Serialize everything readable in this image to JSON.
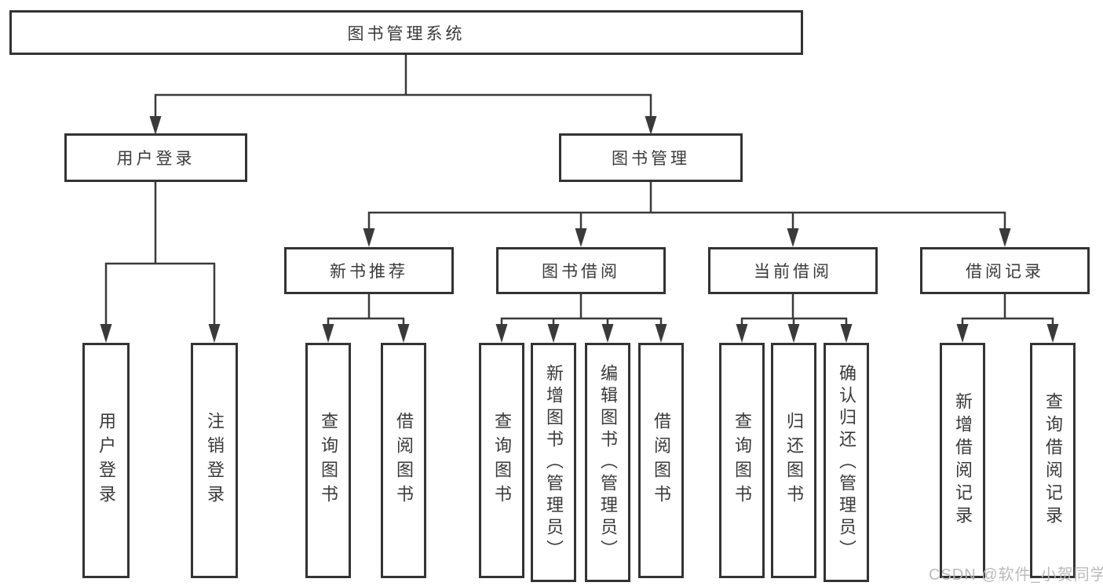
{
  "tree": {
    "label": "图书管理系统",
    "children": [
      {
        "label": "用户登录",
        "children": [
          {
            "label": "用户登录"
          },
          {
            "label": "注销登录"
          }
        ]
      },
      {
        "label": "图书管理",
        "children": [
          {
            "label": "新书推荐",
            "children": [
              {
                "label": "查询图书"
              },
              {
                "label": "借阅图书"
              }
            ]
          },
          {
            "label": "图书借阅",
            "children": [
              {
                "label": "查询图书"
              },
              {
                "label": "新增图书（管理员）"
              },
              {
                "label": "编辑图书（管理员）"
              },
              {
                "label": "借阅图书"
              }
            ]
          },
          {
            "label": "当前借阅",
            "children": [
              {
                "label": "查询图书"
              },
              {
                "label": "归还图书"
              },
              {
                "label": "确认归还（管理员）"
              }
            ]
          },
          {
            "label": "借阅记录",
            "children": [
              {
                "label": "新增借阅记录"
              },
              {
                "label": "查询借阅记录"
              }
            ]
          }
        ]
      }
    ]
  },
  "watermark": {
    "text": "CSDN @软件_小贺同学"
  },
  "colors": {
    "line": "#3a3a3a",
    "box_border": "#333333",
    "text": "#3a3a3a",
    "watermark": "#b6b6b6",
    "background": "#ffffff"
  }
}
